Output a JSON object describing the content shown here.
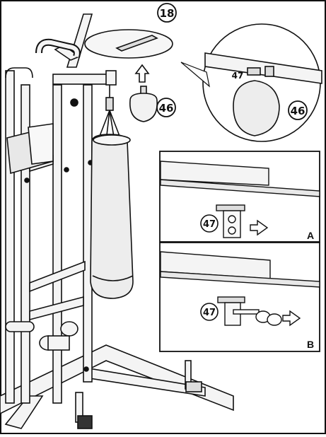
{
  "callouts": {
    "platform": "18",
    "speed_bag": "46",
    "detail_bag": "46",
    "detail_swivel": "47",
    "panel_a_swivel": "47",
    "panel_b_swivel": "47"
  },
  "panels": {
    "a_label": "A",
    "b_label": "B"
  },
  "colors": {
    "line": "#111111",
    "frame": "#f4f4f4",
    "bag": "#ededed",
    "background": "#ffffff"
  }
}
